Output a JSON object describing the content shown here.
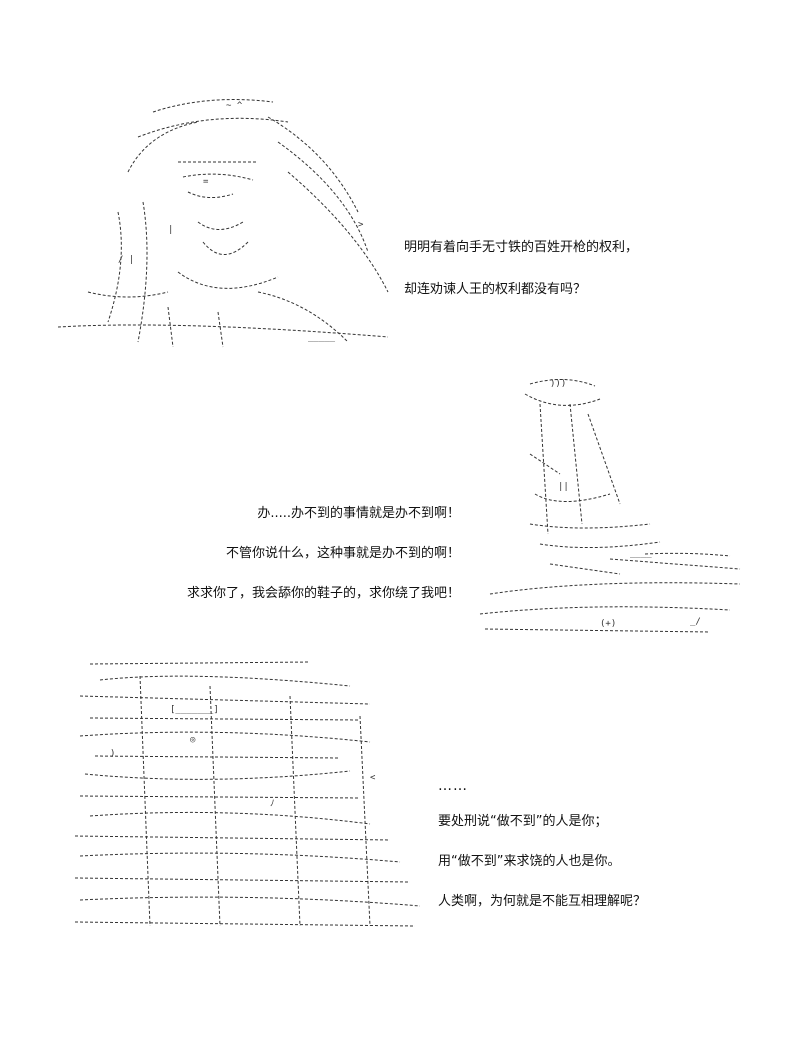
{
  "panel1": {
    "lines": [
      "明明有着向手无寸铁的百姓开枪的权利，",
      "却连劝谏人王的权利都没有吗？"
    ]
  },
  "panel2": {
    "lines": [
      "办.....办不到的事情就是办不到啊！",
      "不管你说什么，这种事就是办不到的啊！",
      "求求你了，我会舔你的鞋子的，求你绕了我吧！"
    ]
  },
  "panel3": {
    "ellipsis": "……",
    "lines": [
      "要处刑说“做不到”的人是你；",
      "用“做不到”来求饶的人也是你。",
      "人类啊，为何就是不能互相理解呢？"
    ]
  },
  "colors": {
    "text": "#111111",
    "art": "#333333",
    "background": "#ffffff"
  },
  "icons": [
    "ascii-art-portrait-long-hair",
    "ascii-art-kneeling-figure",
    "ascii-art-crowd-scene"
  ]
}
